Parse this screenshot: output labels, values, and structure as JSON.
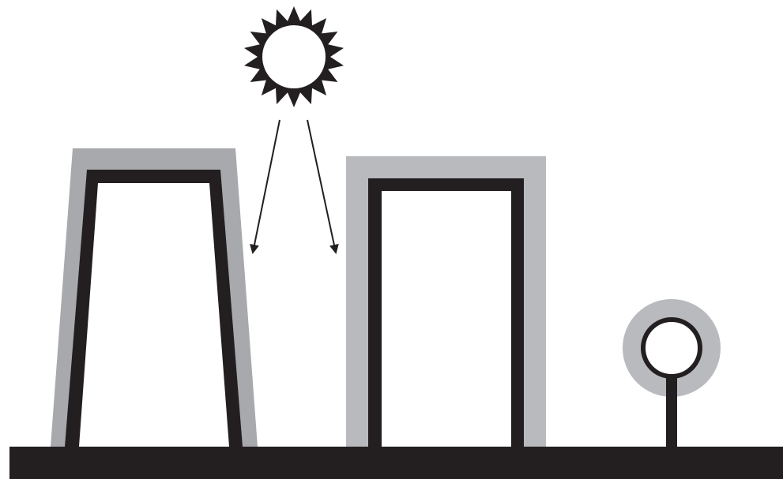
{
  "diagram": {
    "subjects": {
      "sun": "sun-icon",
      "tapered_building": "tapered-building",
      "rectangular_building": "rectangular-building",
      "lamp_post": "lamp-post",
      "ground": "ground"
    },
    "colors": {
      "background": "#ffffff",
      "outline": "#231f20",
      "halo": "#b9babd",
      "halo_dark": "#a7a9ac"
    },
    "arrow_count": 2
  }
}
